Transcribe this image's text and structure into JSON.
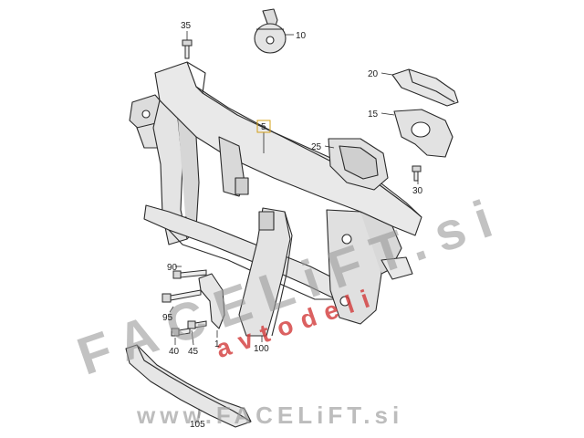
{
  "part_labels": {
    "p35": "35",
    "p10": "10",
    "p20": "20",
    "p15": "15",
    "p5": "5",
    "p25": "25",
    "p30": "30",
    "p90": "90",
    "p95": "95",
    "p40": "40",
    "p45": "45",
    "p1": "1",
    "p100": "100",
    "p105": "105"
  },
  "watermarks": {
    "main": "FACELiFT.si",
    "red": "avtodeli",
    "bottom": "www.FACELiFT.si"
  },
  "colors": {
    "line": "#2a2a2a",
    "fill": "#e9e9e9",
    "shade": "#c9c9c9",
    "highlight_box": "#d4a017",
    "watermark_gray": "#9a9a9a",
    "watermark_red": "#d23a3a"
  }
}
